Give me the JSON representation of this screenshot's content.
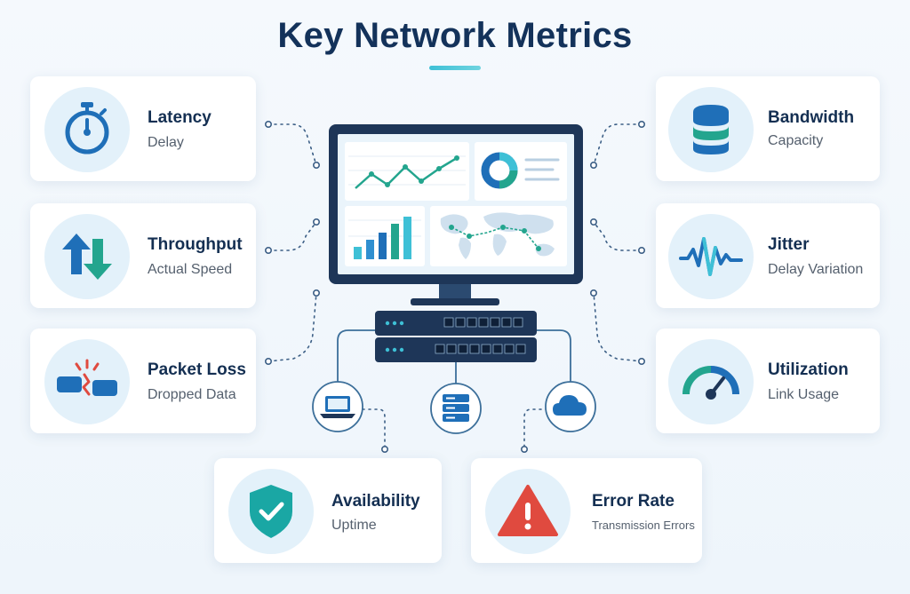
{
  "title": "Key Network Metrics",
  "metrics": [
    {
      "label": "Latency",
      "sub": "Delay"
    },
    {
      "label": "Throughput",
      "sub": "Actual Speed"
    },
    {
      "label": "Packet Loss",
      "sub": "Dropped Data"
    },
    {
      "label": "Bandwidth",
      "sub": "Capacity"
    },
    {
      "label": "Jitter",
      "sub": "Delay Variation"
    },
    {
      "label": "Utilization",
      "sub": "Link Usage"
    },
    {
      "label": "Availability",
      "sub": "Uptime"
    },
    {
      "label": "Error Rate",
      "sub": "Transmission Errors"
    }
  ],
  "colors": {
    "title": "#13325a",
    "accent": "#1aa7a4",
    "blue": "#1f6fb8",
    "red": "#e04a3f",
    "navy": "#1e3658"
  }
}
